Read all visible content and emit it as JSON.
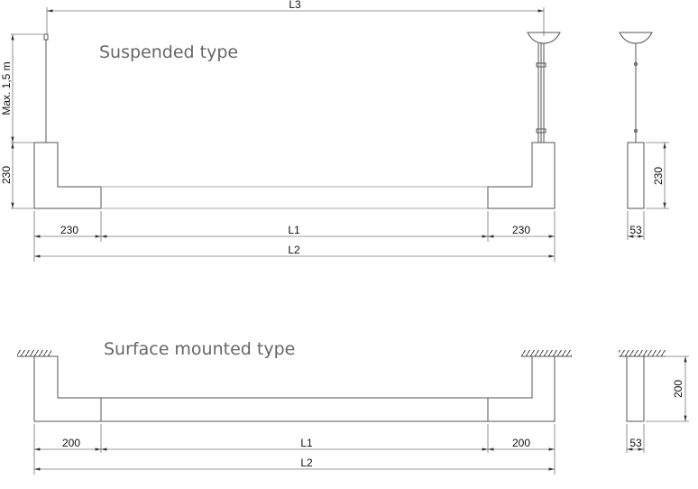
{
  "suspended": {
    "title": "Suspended type",
    "dim_l3": "L3",
    "dim_max": "Max. 1,5 m",
    "dim_height": "230",
    "dim_left": "230",
    "dim_l1": "L1",
    "dim_right": "230",
    "dim_l2": "L2",
    "side_height": "230",
    "side_width": "53"
  },
  "surface": {
    "title": "Surface mounted type",
    "dim_left": "200",
    "dim_l1": "L1",
    "dim_right": "200",
    "dim_l2": "L2",
    "side_height": "200",
    "side_width": "53"
  }
}
